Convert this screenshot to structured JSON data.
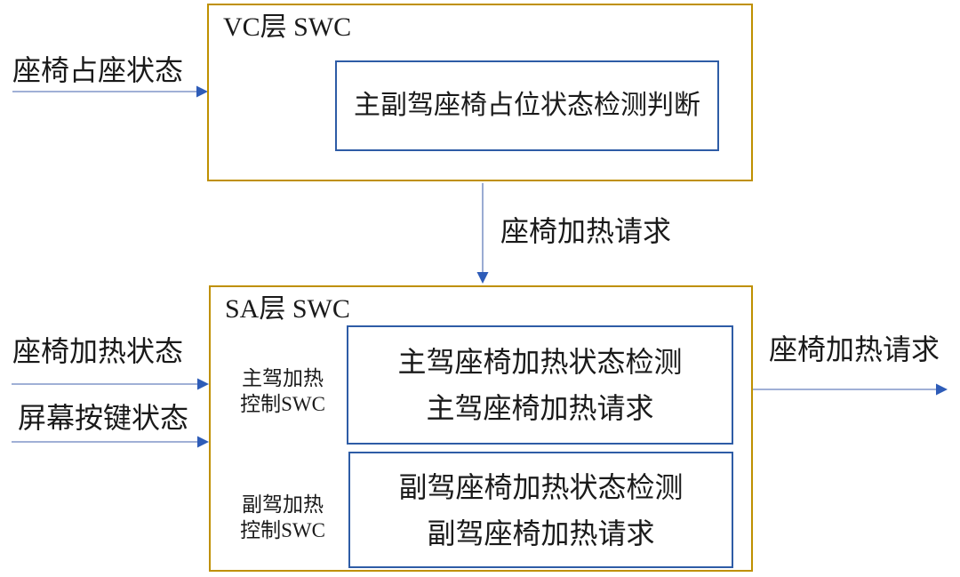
{
  "vc_box": {
    "title": "VC层 SWC",
    "inner_text": "主副驾座椅占位状态检测判断"
  },
  "sa_box": {
    "title": "SA层 SWC",
    "driver_group": {
      "line1": "主驾加热",
      "line2": "控制SWC"
    },
    "passenger_group": {
      "line1": "副驾加热",
      "line2": "控制SWC"
    },
    "driver_inner": {
      "line1": "主驾座椅加热状态检测",
      "line2": "主驾座椅加热请求"
    },
    "passenger_inner": {
      "line1": "副驾座椅加热状态检测",
      "line2": "副驾座椅加热请求"
    }
  },
  "labels": {
    "seat_occupancy": "座椅占座状态",
    "seat_heating_request_mid": "座椅加热请求",
    "seat_heating_status": "座椅加热状态",
    "screen_button_status": "屏幕按键状态",
    "seat_heating_request_out": "座椅加热请求"
  },
  "colors": {
    "outer_box_border": "#BF9000",
    "inner_box_border": "#2E5CA6",
    "arrow_line": "#8096C8",
    "arrow_head": "#2E5CB8",
    "text": "#1A1A1A",
    "background": "#FFFFFF"
  }
}
